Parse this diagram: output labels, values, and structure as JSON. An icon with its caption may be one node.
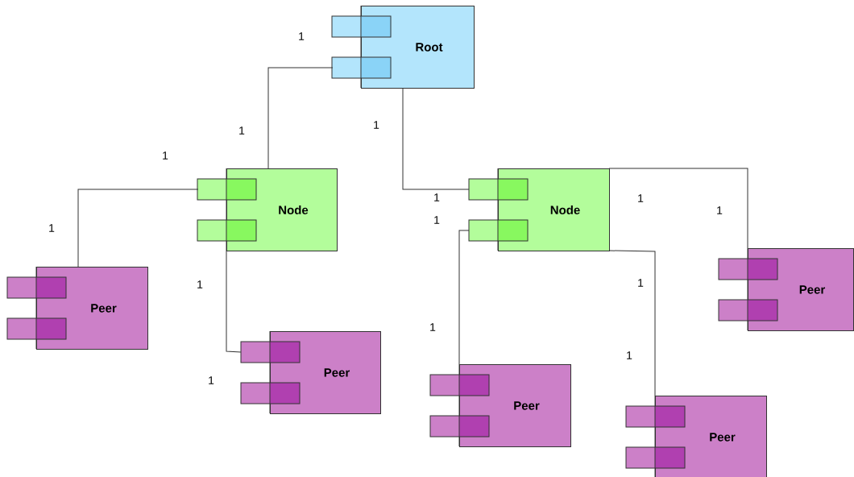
{
  "diagram": {
    "nodes": [
      {
        "text": [
          "Root"
        ]
      },
      {
        "text": [
          "Node"
        ]
      },
      {
        "text": [
          "Node"
        ]
      },
      {
        "text": [
          "Peer"
        ]
      },
      {
        "text": [
          "Peer"
        ]
      },
      {
        "text": [
          "Peer"
        ]
      },
      {
        "text": [
          "Peer"
        ]
      },
      {
        "text": [
          "Peer"
        ]
      }
    ],
    "edges": [
      {
        "from": 0,
        "to": 1,
        "arrow": "none"
      },
      {
        "from": 0,
        "to": 2,
        "arrow": "none"
      },
      {
        "from": 1,
        "to": 3,
        "arrow": "none"
      },
      {
        "from": 1,
        "to": 4,
        "arrow": "none"
      },
      {
        "from": 2,
        "to": 5,
        "arrow": "none"
      },
      {
        "from": 2,
        "to": 7,
        "arrow": "none"
      },
      {
        "from": 2,
        "to": 6,
        "arrow": "none"
      }
    ],
    "labels": [
      "1",
      "1",
      "1",
      "1",
      "1",
      "1",
      "1",
      "1",
      "1",
      "1",
      "1",
      "1",
      "1",
      "1"
    ]
  }
}
